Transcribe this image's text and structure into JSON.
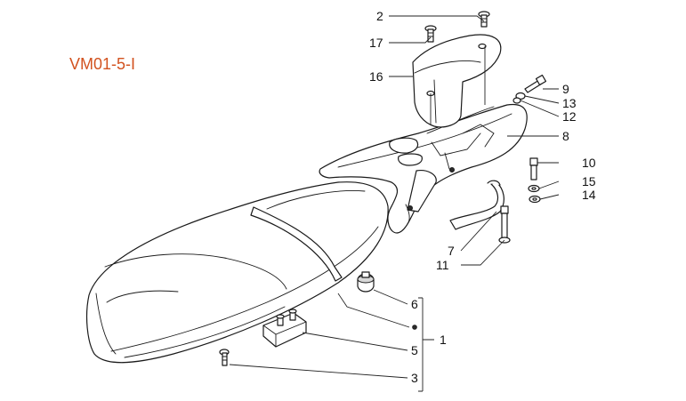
{
  "diagram": {
    "code": "VM01-5-I",
    "callouts": [
      "2",
      "17",
      "16",
      "9",
      "13",
      "12",
      "8",
      "10",
      "15",
      "14",
      "7",
      "11",
      "6",
      "5",
      "3",
      "1"
    ]
  }
}
